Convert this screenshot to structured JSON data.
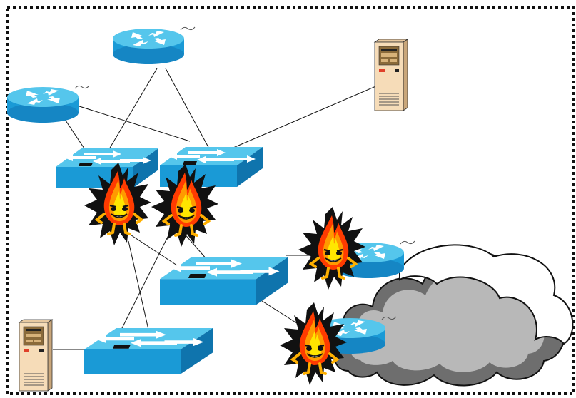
{
  "colors": {
    "device_top": "#55c6ec",
    "device_side": "#1a9ad6",
    "device_dark": "#0f74ad",
    "server_body": "#f6dcb8",
    "server_panel": "#8a6a3a",
    "cloud_outer": "#ffffff",
    "cloud_inner": "#b8b8b8",
    "cloud_shadow": "#6e6e6e",
    "border": "#111111",
    "link": "#111111",
    "fire_black": "#111111",
    "fire_outer": "#ff3b00",
    "fire_mid": "#ff9a00",
    "fire_inner": "#ffe600"
  },
  "icons": {
    "router": "router-icon",
    "switch": "switch-icon",
    "server": "server-icon",
    "firewall": "firewall-icon",
    "cloud": "cloud-icon"
  },
  "devices": {
    "routers": 4,
    "switches": 4,
    "servers": 2,
    "firewalls": 4
  }
}
